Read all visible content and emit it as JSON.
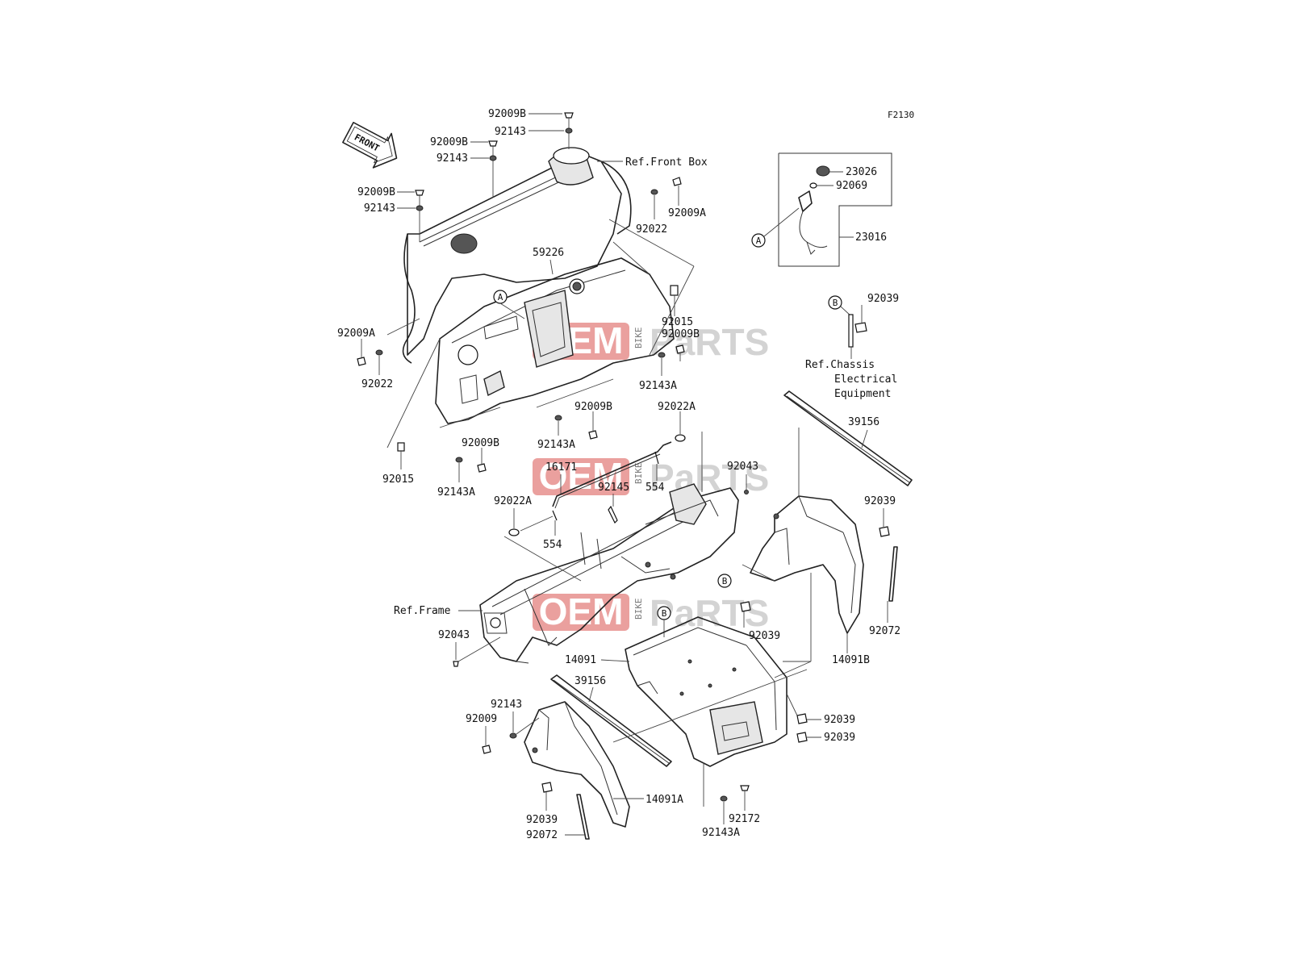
{
  "figure_code": "F2130",
  "front_arrow": "FRONT",
  "references": {
    "front_box": "Ref.Front Box",
    "chassis_line1": "Ref.Chassis",
    "chassis_line2": "Electrical",
    "chassis_line3": "Equipment",
    "frame": "Ref.Frame"
  },
  "callouts": {
    "a": "A",
    "b": "B"
  },
  "watermark": {
    "text_oem": "OEM",
    "text_bike": "BIKE",
    "text_parts": "PaRTS",
    "color": "#d9534f"
  },
  "labels": {
    "top_bolt": "92009B",
    "top_washer": "92143",
    "left_bolt_1": "92009B",
    "left_washer_1": "92143",
    "left_bolt_2": "92009B",
    "left_washer_2": "92143",
    "right_bolt": "92009A",
    "right_washer": "92022",
    "dash_panel": "59226",
    "right_collar": "92015",
    "right_bolt_b": "92009B",
    "right_washer_a": "92143A",
    "left_bolt_a": "92009A",
    "left_washer_22": "92022",
    "lower_bolt_b": "92009B",
    "lower_washer_a": "92143A",
    "cable_washer_a": "92022A",
    "left_lower_bolt_b": "92009B",
    "left_collar": "92015",
    "left_lower_washer_a": "92143A",
    "cable": "16171",
    "clip_92145": "92145",
    "clip_554_right": "554",
    "cable_washer_left": "92022A",
    "clip_554_left": "554",
    "frame_bolt_right": "92043",
    "frame_bolt_left": "92043",
    "socket_cap": "23026",
    "socket_oring": "92069",
    "socket": "23016",
    "clip_b_top": "92039",
    "mudflap_strip_right": "39156",
    "clip_right_1": "92039",
    "rod_right": "92072",
    "fender_right": "14091B",
    "clip_center": "92039",
    "cover": "14091",
    "strip_left": "39156",
    "washer_bottom_left": "92143",
    "bolt_bottom_left": "92009",
    "clip_cover_1": "92039",
    "clip_cover_2": "92039",
    "fender_left": "14091A",
    "clip_left": "92039",
    "rod_left": "92072",
    "screw_bottom": "92172",
    "washer_bottom_a": "92143A"
  }
}
